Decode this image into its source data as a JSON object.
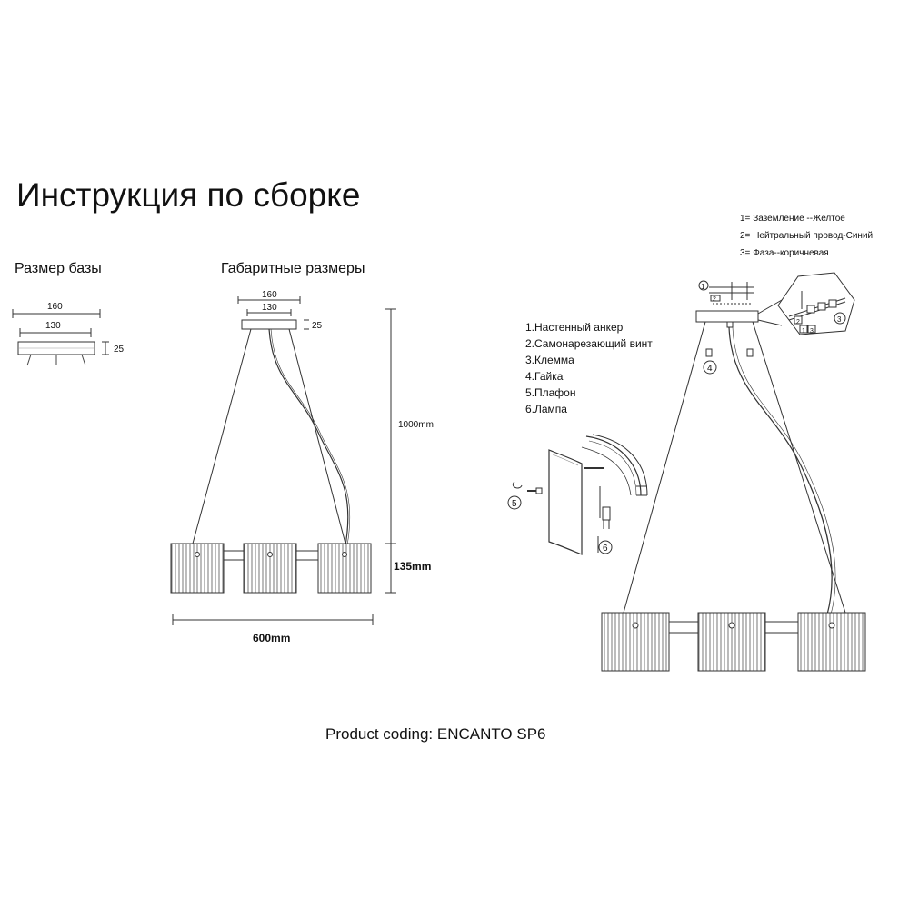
{
  "title": "Инструкция по сборке",
  "base_size": {
    "label": "Размер базы",
    "dim_outer": "160",
    "dim_inner": "130",
    "dim_height": "25"
  },
  "overall_size": {
    "label": "Габаритные размеры",
    "dim_outer": "160",
    "dim_inner": "130",
    "dim_canopy": "25",
    "dim_drop": "1000mm",
    "dim_shade_height": "135mm",
    "dim_width": "600mm"
  },
  "parts_list": [
    "1.Настенный анкер",
    "2.Самонарезающий винт",
    "3.Клемма",
    "4.Гайка",
    "5.Плафон",
    "6.Лампа"
  ],
  "wiring_legend": [
    {
      "num": "1=",
      "text": "Заземление --Желтое"
    },
    {
      "num": "2=",
      "text": "Нейтральный провод-Синий"
    },
    {
      "num": "3=",
      "text": "Фаза--коричневая"
    }
  ],
  "callouts": [
    "1",
    "2",
    "3",
    "4",
    "5",
    "6"
  ],
  "product_coding": "Product coding: ENCANTO SP6"
}
